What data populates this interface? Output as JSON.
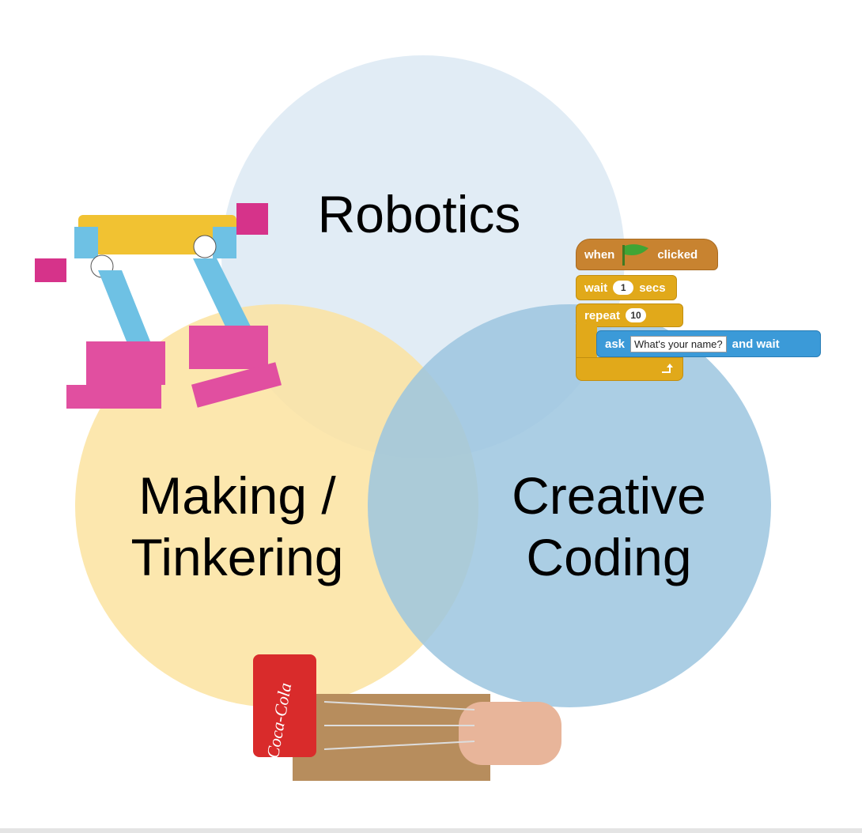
{
  "diagram": {
    "circles": [
      {
        "label": "Robotics",
        "color": "#dce9f3"
      },
      {
        "label": "Making / Tinkering",
        "color": "#fbe3a0"
      },
      {
        "label": "Creative Coding",
        "color": "#9cc5df"
      }
    ],
    "overlap_color": "#cfcb8f"
  },
  "labels": {
    "robotics": "Robotics",
    "making_line1": "Making /",
    "making_line2": "Tinkering",
    "coding_line1": "Creative",
    "coding_line2": "Coding"
  },
  "scratch_blocks": {
    "when_label": "when",
    "clicked_label": "clicked",
    "wait_label": "wait",
    "wait_value": "1",
    "secs_label": "secs",
    "repeat_label": "repeat",
    "repeat_value": "10",
    "ask_label": "ask",
    "ask_text": "What's your name?",
    "and_wait_label": "and  wait",
    "colors": {
      "event": "#c88330",
      "control": "#e1a91a",
      "sensing": "#3b9ad8",
      "flag": "#3fa535"
    }
  },
  "images": {
    "robot": "lego-robot-photo",
    "hand": "cardboard-hand-coca-cola-photo"
  }
}
